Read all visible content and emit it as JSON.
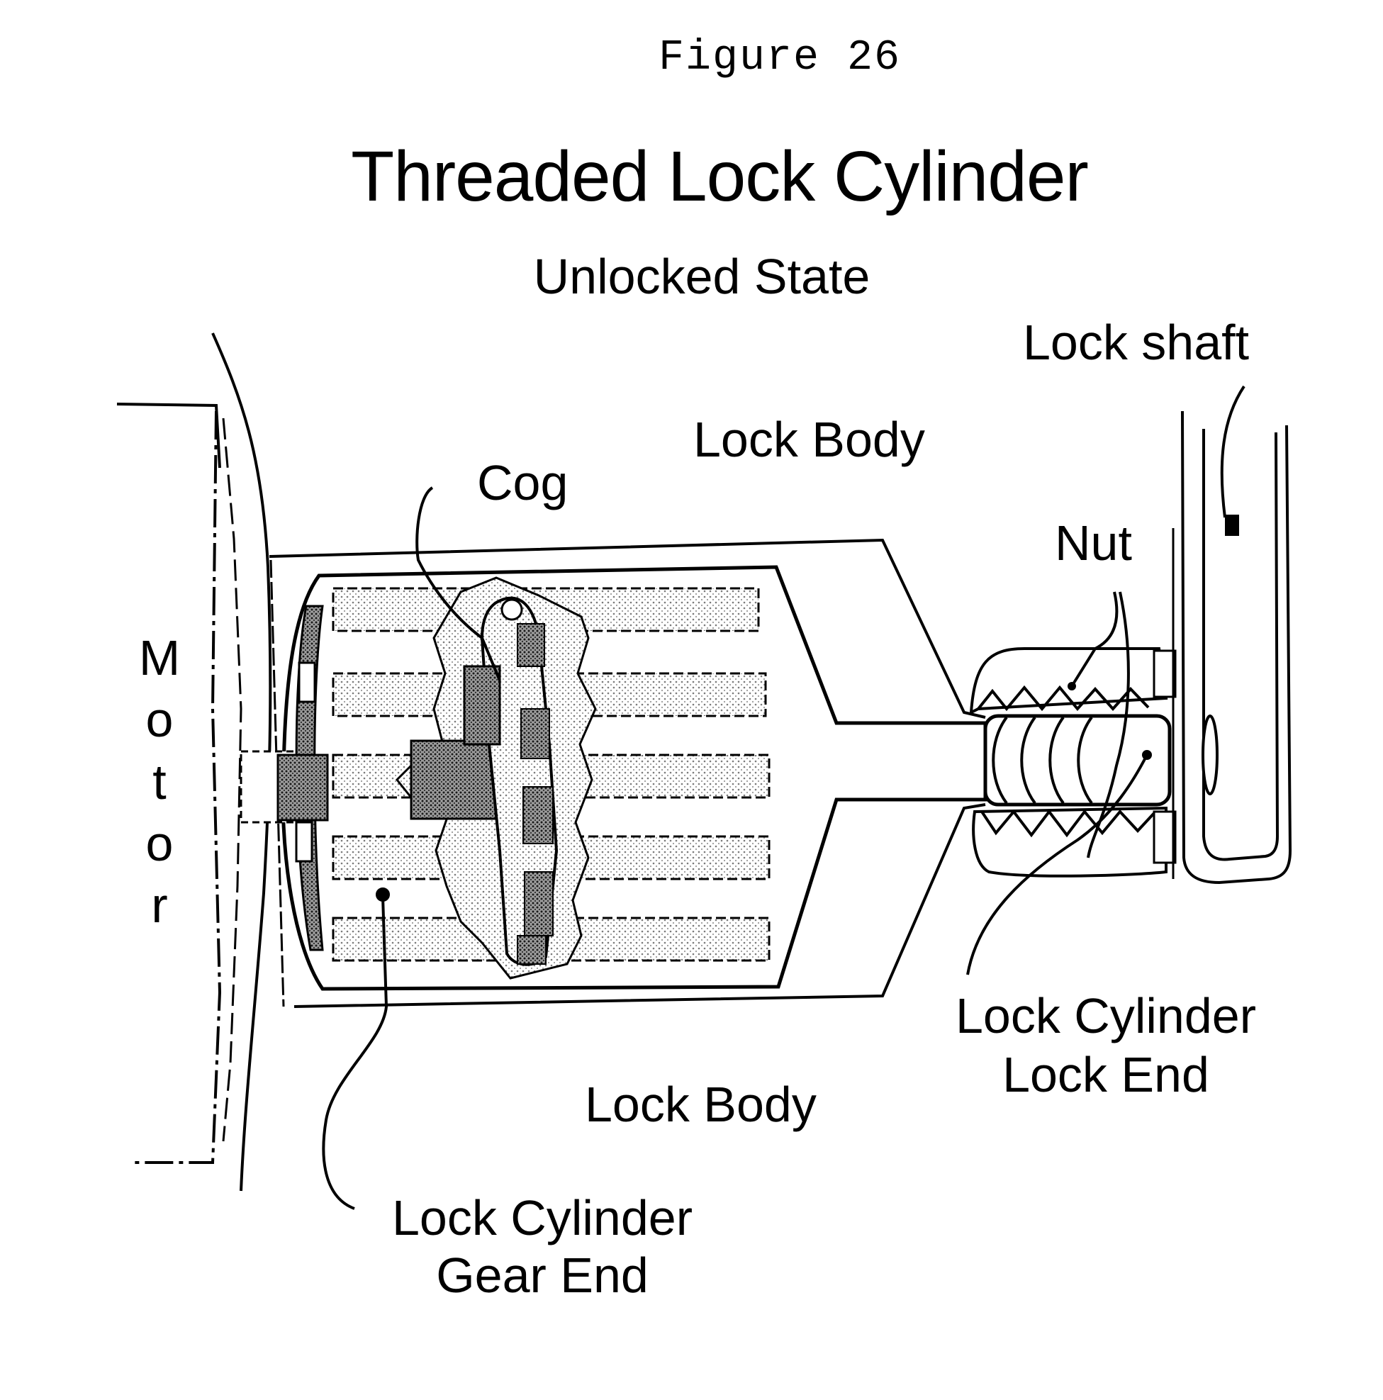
{
  "figure": {
    "number": "Figure 26",
    "title": "Threaded Lock Cylinder",
    "subtitle": "Unlocked State"
  },
  "labels": {
    "lock_shaft": "Lock shaft",
    "lock_body_top": "Lock Body",
    "cog": "Cog",
    "nut": "Nut",
    "motor": [
      "M",
      "o",
      "t",
      "o",
      "r"
    ],
    "lock_body_bottom": "Lock Body",
    "lock_cylinder_lock_end": [
      "Lock Cylinder",
      "Lock End"
    ],
    "lock_cylinder_gear_end": [
      "Lock Cylinder",
      "Gear End"
    ]
  },
  "colors": {
    "ink": "#000000",
    "background": "#ffffff",
    "stipple": "#8a8a8a"
  }
}
